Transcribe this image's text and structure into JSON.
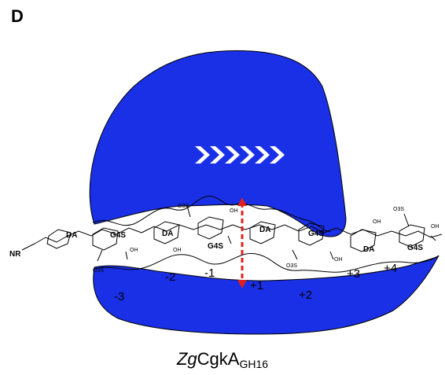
{
  "panel_letter": "D",
  "enzyme": {
    "name_italic": "Zg",
    "name_main": "CgkA",
    "name_sub": "GH16",
    "color": "#1a30e6",
    "direction_arrow_color": "#ffffff",
    "cleavage_color": "#e02020"
  },
  "substrate": {
    "end_label": "NR",
    "sugar_labels": [
      "DA",
      "G4S",
      "DA",
      "G4S",
      "DA",
      "G4S",
      "DA",
      "G4S"
    ],
    "substituent_label": "O3S",
    "hydroxyl_label": "OH"
  },
  "subsites": [
    "-3",
    "-2",
    "-1",
    "+1",
    "+2",
    "+3",
    "+4"
  ]
}
